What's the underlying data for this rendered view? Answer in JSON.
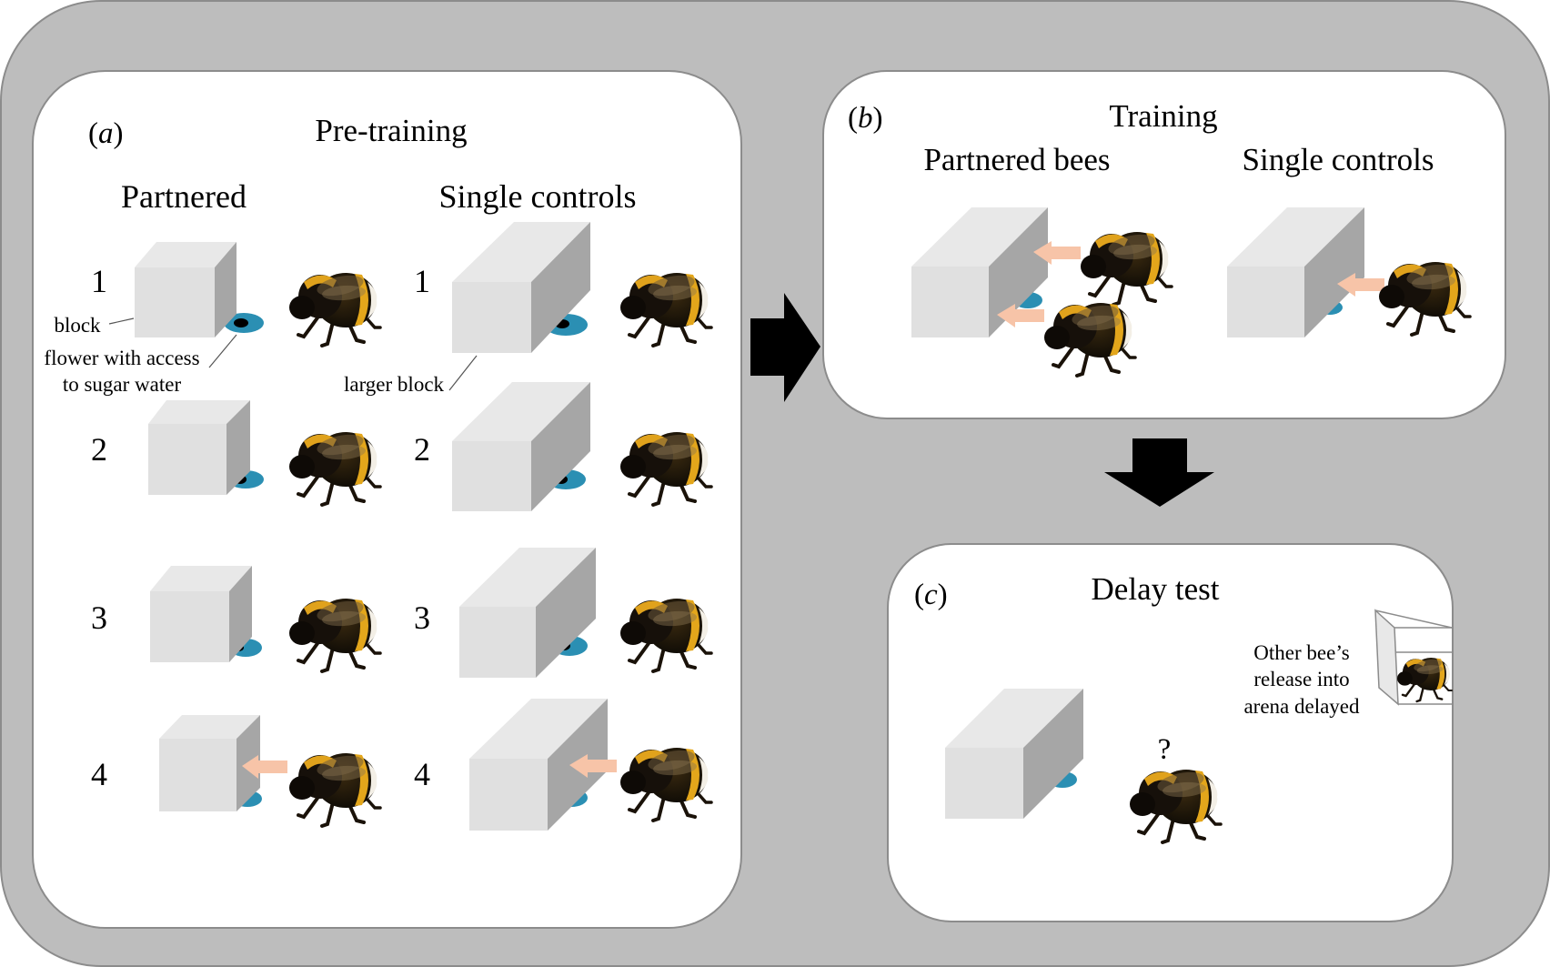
{
  "colors": {
    "outer_frame": "#bdbdbd",
    "panel_bg": "#ffffff",
    "block_front": "#e0e0e0",
    "block_top": "#e6e6e6",
    "block_side": "#a6a6a6",
    "flower": "#2b8fb3",
    "flower_center": "#000000",
    "arrow_push": "#f7c4a8",
    "flow_arrow": "#000000"
  },
  "panel_a": {
    "letter": "a",
    "title": "Pre-training",
    "col_partnered": "Partnered",
    "col_single": "Single controls",
    "rows": [
      "1",
      "2",
      "3",
      "4"
    ],
    "label_block": "block",
    "label_flower_1": "flower with access",
    "label_flower_2": "to sugar water",
    "label_larger_block": "larger block"
  },
  "panel_b": {
    "letter": "b",
    "title": "Training",
    "col_partnered": "Partnered bees",
    "col_single": "Single controls"
  },
  "panel_c": {
    "letter": "c",
    "title": "Delay test",
    "question": "?",
    "note_1": "Other bee’s",
    "note_2": "release into",
    "note_3": "arena delayed"
  },
  "icons": [
    "bumblebee-icon",
    "flower-icon",
    "block-icon",
    "push-arrow-icon",
    "flow-arrow-icon"
  ]
}
